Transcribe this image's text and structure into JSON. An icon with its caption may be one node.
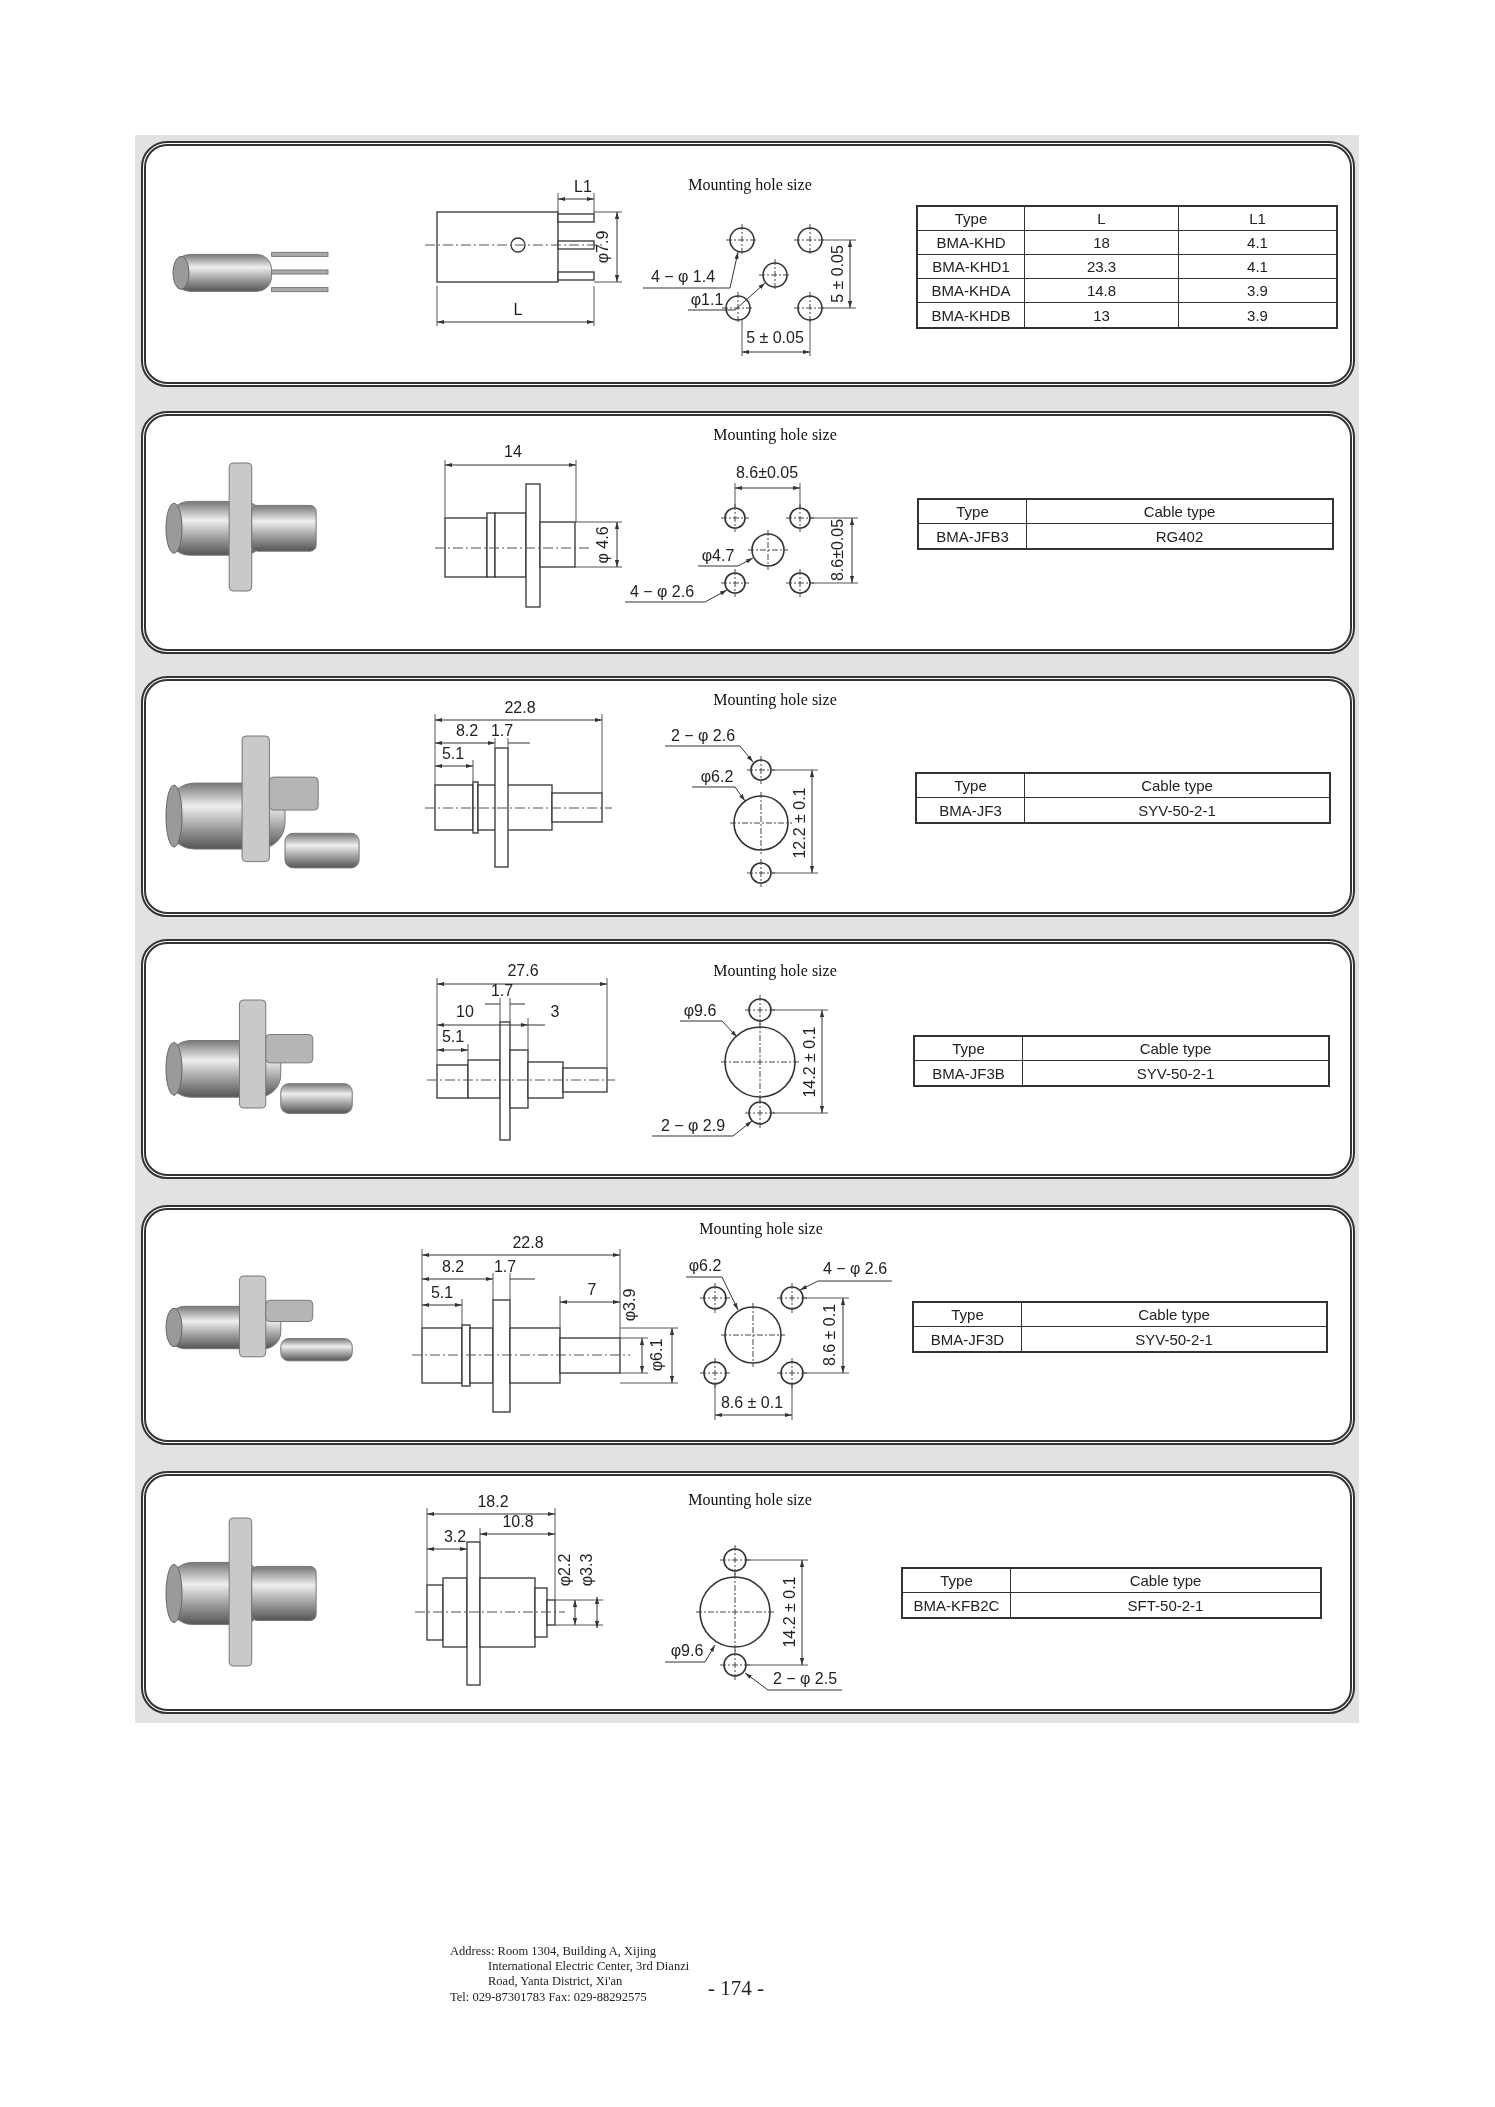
{
  "diagram": {
    "nodes": [
      {
        "text": [
          "Mounting hole size"
        ]
      },
      {
        "text": [
          "Mounting hole size"
        ]
      },
      {
        "text": [
          "Mounting hole size"
        ]
      },
      {
        "text": [
          "Mounting hole size"
        ]
      },
      {
        "text": [
          "Mounting hole size"
        ]
      },
      {
        "text": [
          "Mounting hole size"
        ]
      }
    ],
    "labels": [
      "L1",
      "φ7.9",
      "L",
      "4 − φ 1.4",
      "φ1.1",
      "5 ± 0.05",
      "5 ± 0.05",
      "Type",
      "L",
      "L1",
      "BMA-KHD",
      "18",
      "4.1",
      "BMA-KHD1",
      "23.3",
      "4.1",
      "BMA-KHDA",
      "14.8",
      "3.9",
      "BMA-KHDB",
      "13",
      "3.9",
      "14",
      "φ 4.6",
      "8.6±0.05",
      "φ4.7",
      "8.6±0.05",
      "4 − φ 2.6",
      "Type",
      "Cable type",
      "BMA-JFB3",
      "RG402",
      "22.8",
      "8.2",
      "1.7",
      "5.1",
      "2 − φ 2.6",
      "φ6.2",
      "12.2 ± 0.1",
      "Type",
      "Cable type",
      "BMA-JF3",
      "SYV-50-2-1",
      "27.6",
      "1.7",
      "10",
      "3",
      "5.1",
      "φ9.6",
      "14.2 ± 0.1",
      "2 − φ 2.9",
      "Type",
      "Cable type",
      "BMA-JF3B",
      "SYV-50-2-1",
      "22.8",
      "8.2",
      "1.7",
      "5.1",
      "7",
      "φ3.9",
      "φ6.1",
      "φ6.2",
      "4 − φ 2.6",
      "8.6 ± 0.1",
      "8.6 ± 0.1",
      "Type",
      "Cable type",
      "BMA-JF3D",
      "SYV-50-2-1",
      "18.2",
      "10.8",
      "3.2",
      "φ2.2",
      "φ3.3",
      "φ9.6",
      "14.2 ± 0.1",
      "2 − φ 2.5",
      "Type",
      "Cable type",
      "BMA-KFB2C",
      "SFT-50-2-1",
      "Address: Room 1304, Building A, Xijing International Electric Center, 3rd Dianzi Road, Yanta District, Xi'an",
      "Tel: 029-87301783   Fax: 029-88292575",
      "- 174 -"
    ]
  }
}
